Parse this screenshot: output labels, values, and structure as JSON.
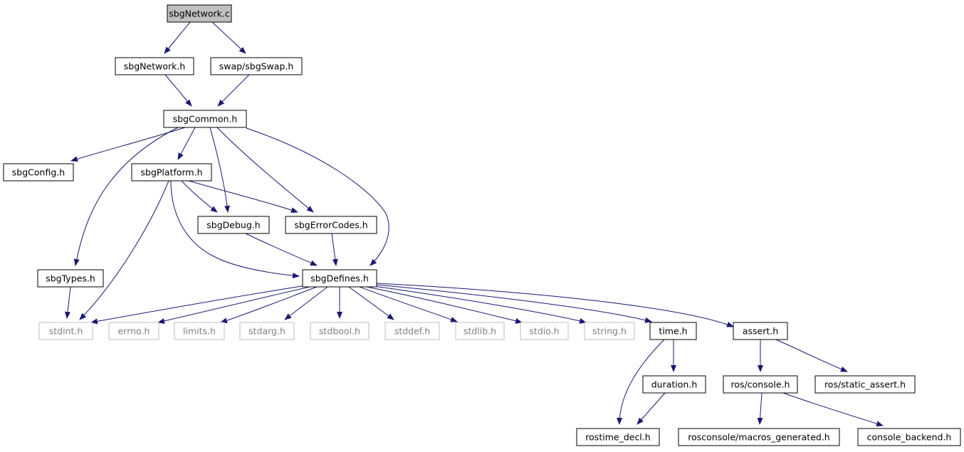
{
  "colors": {
    "edge": "#191970",
    "node_border": "#000000",
    "missing_border": "#bfbfbf",
    "missing_text": "#808080",
    "root_fill": "#bfbfbf",
    "node_fill": "#ffffff",
    "text": "#000000"
  },
  "nodes": [
    {
      "id": "sbgNetwork_c",
      "label": "sbgNetwork.c",
      "kind": "root"
    },
    {
      "id": "sbgNetwork_h",
      "label": "sbgNetwork.h",
      "kind": "file"
    },
    {
      "id": "sbgSwap_h",
      "label": "swap/sbgSwap.h",
      "kind": "file"
    },
    {
      "id": "sbgCommon_h",
      "label": "sbgCommon.h",
      "kind": "file"
    },
    {
      "id": "sbgConfig_h",
      "label": "sbgConfig.h",
      "kind": "file"
    },
    {
      "id": "sbgPlatform_h",
      "label": "sbgPlatform.h",
      "kind": "file"
    },
    {
      "id": "sbgDebug_h",
      "label": "sbgDebug.h",
      "kind": "file"
    },
    {
      "id": "sbgErrorCodes_h",
      "label": "sbgErrorCodes.h",
      "kind": "file"
    },
    {
      "id": "sbgTypes_h",
      "label": "sbgTypes.h",
      "kind": "file"
    },
    {
      "id": "sbgDefines_h",
      "label": "sbgDefines.h",
      "kind": "file"
    },
    {
      "id": "stdint_h",
      "label": "stdint.h",
      "kind": "missing"
    },
    {
      "id": "errno_h",
      "label": "errno.h",
      "kind": "missing"
    },
    {
      "id": "limits_h",
      "label": "limits.h",
      "kind": "missing"
    },
    {
      "id": "stdarg_h",
      "label": "stdarg.h",
      "kind": "missing"
    },
    {
      "id": "stdbool_h",
      "label": "stdbool.h",
      "kind": "missing"
    },
    {
      "id": "stddef_h",
      "label": "stddef.h",
      "kind": "missing"
    },
    {
      "id": "stdlib_h",
      "label": "stdlib.h",
      "kind": "missing"
    },
    {
      "id": "stdio_h",
      "label": "stdio.h",
      "kind": "missing"
    },
    {
      "id": "string_h",
      "label": "string.h",
      "kind": "missing"
    },
    {
      "id": "time_h",
      "label": "time.h",
      "kind": "file"
    },
    {
      "id": "assert_h",
      "label": "assert.h",
      "kind": "file"
    },
    {
      "id": "duration_h",
      "label": "duration.h",
      "kind": "file"
    },
    {
      "id": "ros_console_h",
      "label": "ros/console.h",
      "kind": "file"
    },
    {
      "id": "ros_static_assert_h",
      "label": "ros/static_assert.h",
      "kind": "file"
    },
    {
      "id": "rostime_decl_h",
      "label": "rostime_decl.h",
      "kind": "file"
    },
    {
      "id": "rosconsole_macros_h",
      "label": "rosconsole/macros_generated.h",
      "kind": "file"
    },
    {
      "id": "console_backend_h",
      "label": "console_backend.h",
      "kind": "file"
    }
  ],
  "edges": [
    {
      "from": "sbgNetwork_c",
      "to": "sbgNetwork_h"
    },
    {
      "from": "sbgNetwork_c",
      "to": "sbgSwap_h"
    },
    {
      "from": "sbgNetwork_h",
      "to": "sbgCommon_h"
    },
    {
      "from": "sbgSwap_h",
      "to": "sbgCommon_h"
    },
    {
      "from": "sbgCommon_h",
      "to": "sbgConfig_h"
    },
    {
      "from": "sbgCommon_h",
      "to": "sbgPlatform_h"
    },
    {
      "from": "sbgCommon_h",
      "to": "sbgDebug_h"
    },
    {
      "from": "sbgCommon_h",
      "to": "sbgErrorCodes_h"
    },
    {
      "from": "sbgCommon_h",
      "to": "sbgTypes_h"
    },
    {
      "from": "sbgCommon_h",
      "to": "sbgDefines_h"
    },
    {
      "from": "sbgPlatform_h",
      "to": "sbgDebug_h"
    },
    {
      "from": "sbgPlatform_h",
      "to": "sbgErrorCodes_h"
    },
    {
      "from": "sbgPlatform_h",
      "to": "sbgDefines_h"
    },
    {
      "from": "sbgPlatform_h",
      "to": "stdint_h"
    },
    {
      "from": "sbgDebug_h",
      "to": "sbgDefines_h"
    },
    {
      "from": "sbgErrorCodes_h",
      "to": "sbgDefines_h"
    },
    {
      "from": "sbgTypes_h",
      "to": "stdint_h"
    },
    {
      "from": "sbgDefines_h",
      "to": "stdint_h"
    },
    {
      "from": "sbgDefines_h",
      "to": "errno_h"
    },
    {
      "from": "sbgDefines_h",
      "to": "limits_h"
    },
    {
      "from": "sbgDefines_h",
      "to": "stdarg_h"
    },
    {
      "from": "sbgDefines_h",
      "to": "stdbool_h"
    },
    {
      "from": "sbgDefines_h",
      "to": "stddef_h"
    },
    {
      "from": "sbgDefines_h",
      "to": "stdlib_h"
    },
    {
      "from": "sbgDefines_h",
      "to": "stdio_h"
    },
    {
      "from": "sbgDefines_h",
      "to": "string_h"
    },
    {
      "from": "sbgDefines_h",
      "to": "time_h"
    },
    {
      "from": "sbgDefines_h",
      "to": "assert_h"
    },
    {
      "from": "time_h",
      "to": "duration_h"
    },
    {
      "from": "time_h",
      "to": "rostime_decl_h"
    },
    {
      "from": "duration_h",
      "to": "rostime_decl_h"
    },
    {
      "from": "assert_h",
      "to": "ros_console_h"
    },
    {
      "from": "assert_h",
      "to": "ros_static_assert_h"
    },
    {
      "from": "ros_console_h",
      "to": "rosconsole_macros_h"
    },
    {
      "from": "ros_console_h",
      "to": "console_backend_h"
    }
  ]
}
